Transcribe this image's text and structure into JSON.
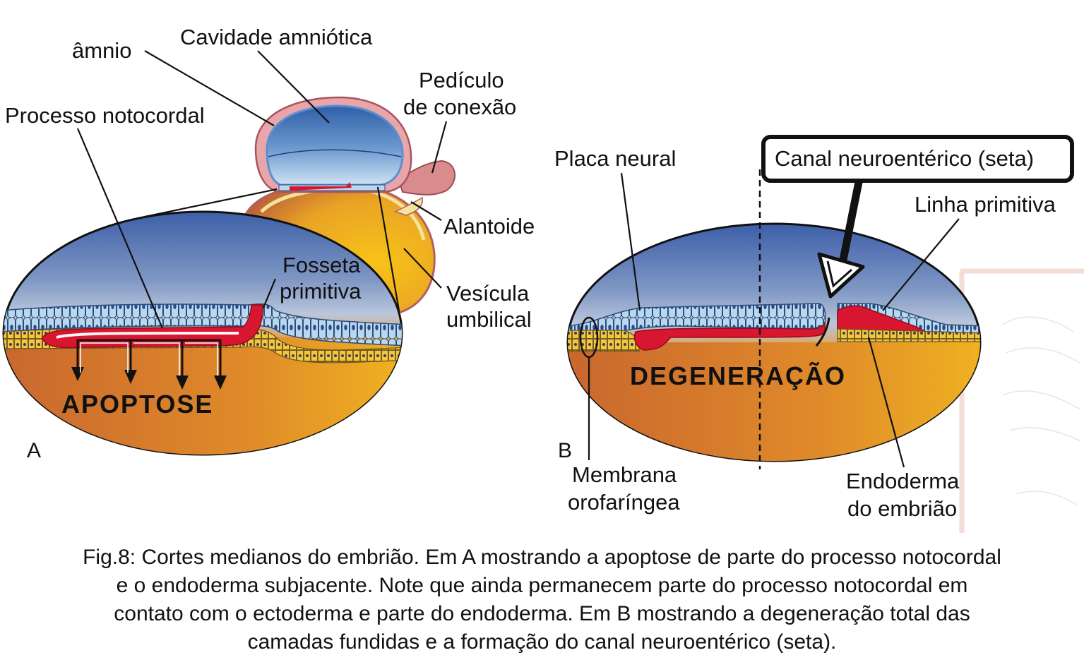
{
  "figure": {
    "panel_a": {
      "letter": "A",
      "labels": {
        "amnion": "âmnio",
        "amniotic_cavity": "Cavidade amniótica",
        "notochordal_process": "Processo notocordal",
        "connecting_stalk_line1": "Pedículo",
        "connecting_stalk_line2": "de conexão",
        "allantois": "Alantoide",
        "primitive_pit_line1": "Fosseta",
        "primitive_pit_line2": "primitiva",
        "umbilical_vesicle_line1": "Vesícula",
        "umbilical_vesicle_line2": "umbilical",
        "process_word": "APOPTOSE"
      }
    },
    "panel_b": {
      "letter": "B",
      "labels": {
        "neural_plate": "Placa neural",
        "neurenteric_canal": "Canal neuroentérico (seta)",
        "primitive_streak": "Linha primitiva",
        "process_word": "DEGENERAÇÃO",
        "oropharyngeal_line1": "Membrana",
        "oropharyngeal_line2": "orofaríngea",
        "embryo_endoderm_line1": "Endoderma",
        "embryo_endoderm_line2": "do embrião"
      }
    },
    "colors": {
      "amniotic_blue": "#3a6fb3",
      "yolk_orange": "#e8a21c",
      "notochord_red": "#d9162f",
      "ectoderm_blue": "#b8d8f0",
      "endoderm_yellow": "#f2c83a"
    }
  },
  "caption": {
    "line1": "Fig.8: Cortes medianos do embrião. Em A mostrando a apoptose de parte do processo notocordal",
    "line2": "e o endoderma subjacente. Note que ainda permanecem parte do processo notocordal em",
    "line3": "contato com o ectoderma e parte do endoderma. Em B mostrando a degeneração total das",
    "line4": "camadas fundidas e a formação do canal neuroentérico (seta)."
  }
}
